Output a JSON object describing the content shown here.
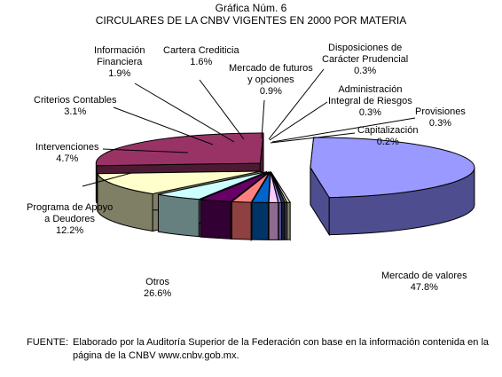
{
  "chart_data": {
    "type": "pie",
    "title": "Gráfica Núm. 6",
    "subtitle": "CIRCULARES DE LA CNBV VIGENTES EN 2000 POR MATERIA",
    "slices": [
      {
        "label": "Mercado de valores",
        "value": 47.8,
        "value_label": "47.8%",
        "color": "#9999ff",
        "side": "#4d4d8f"
      },
      {
        "label": "Provisiones",
        "value": 0.3,
        "value_label": "0.3%",
        "color": "#e8e8c0",
        "side": "#85856e"
      },
      {
        "label": "Capitalización",
        "value": 0.2,
        "value_label": "0.2%",
        "color": "#aaaaaa",
        "side": "#555555"
      },
      {
        "label": "Administración Integral de Riesgos",
        "value": 0.3,
        "value_label": "0.3%",
        "color": "#333366",
        "side": "#1a1a33"
      },
      {
        "label": "Disposiciones de Carácter Prudencial",
        "value": 0.3,
        "value_label": "0.3%",
        "color": "#a0a0ff",
        "side": "#50508f"
      },
      {
        "label": "Mercado de futuros y opciones",
        "value": 0.9,
        "value_label": "0.9%",
        "color": "#ffccff",
        "side": "#8f6b8f"
      },
      {
        "label": "Cartera Crediticia",
        "value": 1.6,
        "value_label": "1.6%",
        "color": "#0066cc",
        "side": "#003366"
      },
      {
        "label": "Información Financiera",
        "value": 1.9,
        "value_label": "1.9%",
        "color": "#ff8080",
        "side": "#8f4040"
      },
      {
        "label": "Criterios Contables",
        "value": 3.1,
        "value_label": "3.1%",
        "color": "#660066",
        "side": "#330033"
      },
      {
        "label": "Intervenciones",
        "value": 4.7,
        "value_label": "4.7%",
        "color": "#ccffff",
        "side": "#667f7f"
      },
      {
        "label": "Programa de Apoyo a Deudores",
        "value": 12.2,
        "value_label": "12.2%",
        "color": "#ffffcc",
        "side": "#7f7f66"
      },
      {
        "label": "Otros",
        "value": 26.6,
        "value_label": "26.6%",
        "color": "#993366",
        "side": "#4d1a33"
      }
    ]
  },
  "labels": {
    "mercado_valores": [
      "Mercado de valores",
      "47.8%"
    ],
    "otros": [
      "Otros",
      "26.6%"
    ],
    "programa": [
      "Programa de Apoyo",
      "a Deudores",
      "12.2%"
    ],
    "intervenciones": [
      "Intervenciones",
      "4.7%"
    ],
    "criterios": [
      "Criterios Contables",
      "3.1%"
    ],
    "informacion": [
      "Información",
      "Financiera",
      "1.9%"
    ],
    "cartera": [
      "Cartera Crediticia",
      "1.6%"
    ],
    "futuros": [
      "Mercado de futuros",
      "y opciones",
      "0.9%"
    ],
    "disposiciones": [
      "Disposiciones de",
      "Carácter Prudencial",
      "0.3%"
    ],
    "administracion": [
      "Administración",
      "Integral de Riesgos",
      "0.3%"
    ],
    "provisiones": [
      "Provisiones",
      "0.3%"
    ],
    "capitalizacion": [
      "Capitalización",
      "0.2%"
    ]
  },
  "source": {
    "head": "FUENTE:",
    "body": "Elaborado por la Auditoría Superior de la Federación con base en la información contenida en la página de la CNBV www.cnbv.gob.mx."
  }
}
